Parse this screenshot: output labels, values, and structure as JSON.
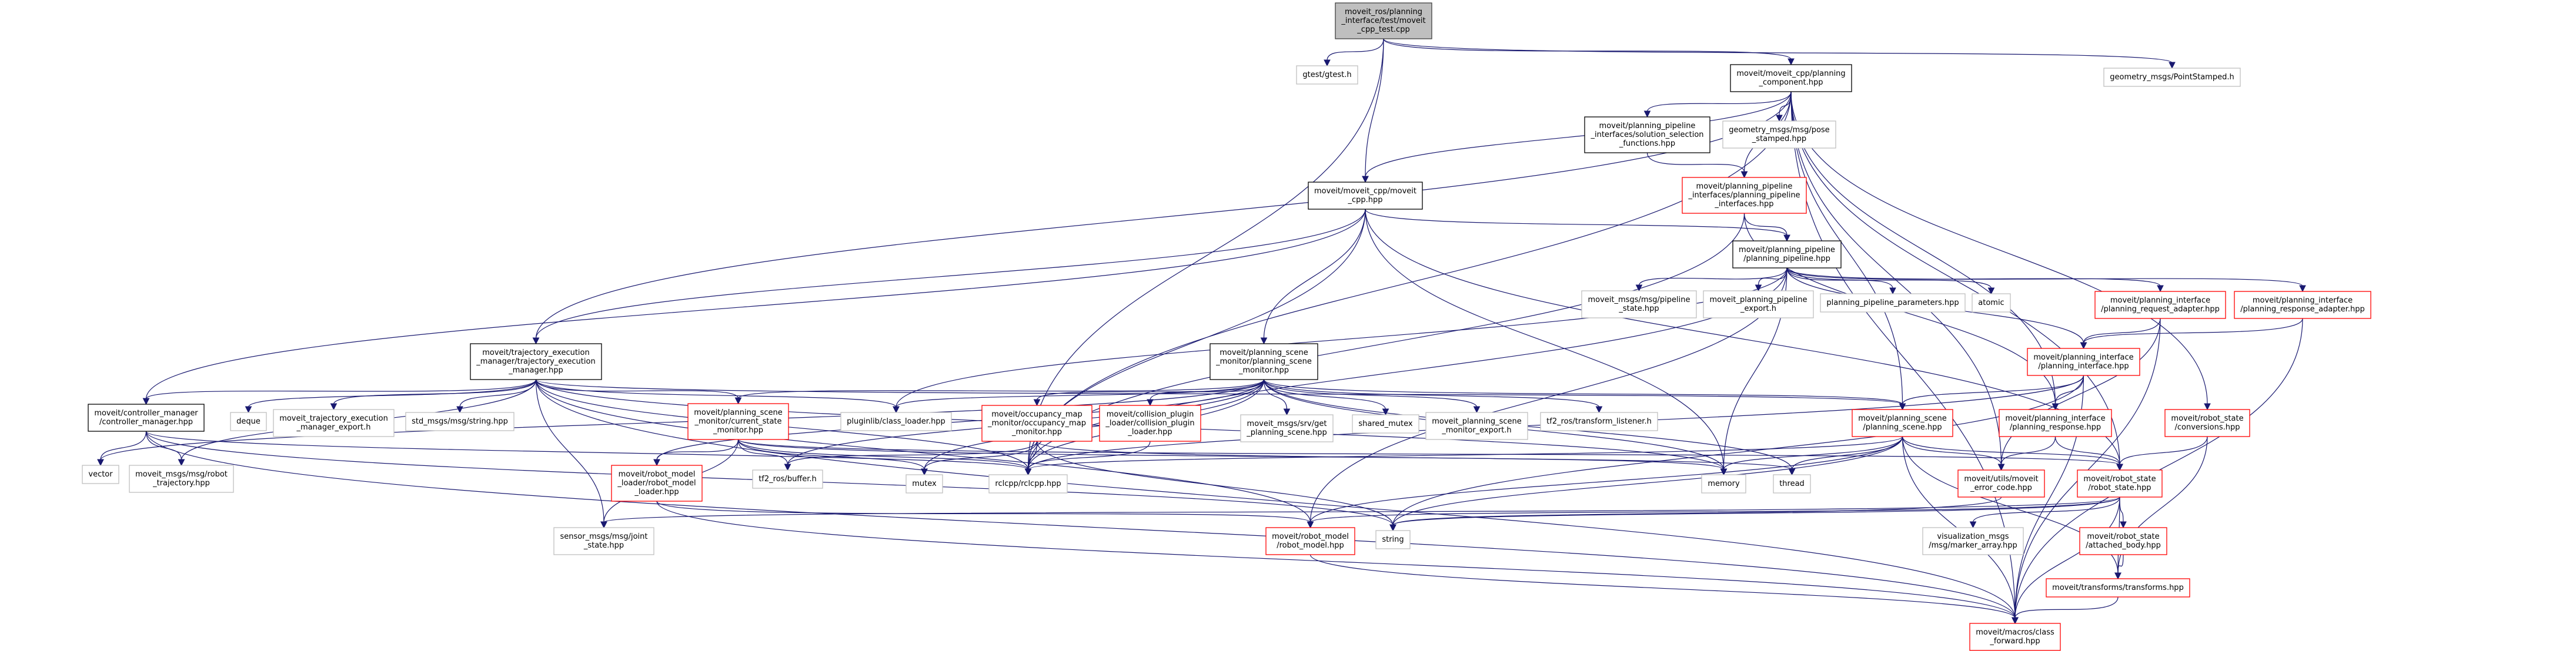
{
  "graph": {
    "title": "moveit_ros/planning_interface/test/moveit_cpp_test.cpp include dependency graph",
    "colors": {
      "edge": "#191970",
      "root_fill": "#bfbfbf",
      "root_border": "#404040",
      "documented_border": "#000000",
      "truncated_border": "#ff0000",
      "external_border": "#bfbfbf",
      "node_fill": "#ffffff"
    },
    "nodes": [
      {
        "id": "root",
        "kind": "root",
        "lines": [
          "moveit_ros/planning",
          "_interface/test/moveit",
          "_cpp_test.cpp"
        ]
      },
      {
        "id": "gtest",
        "kind": "external",
        "lines": [
          "gtest/gtest.h"
        ]
      },
      {
        "id": "pc",
        "kind": "documented",
        "lines": [
          "moveit/moveit_cpp/planning",
          "_component.hpp"
        ]
      },
      {
        "id": "gps",
        "kind": "external",
        "lines": [
          "geometry_msgs/PointStamped.h"
        ]
      },
      {
        "id": "ssf",
        "kind": "documented",
        "lines": [
          "moveit/planning_pipeline",
          "_interfaces/solution_selection",
          "_functions.hpp"
        ]
      },
      {
        "id": "pose",
        "kind": "external",
        "lines": [
          "geometry_msgs/msg/pose",
          "_stamped.hpp"
        ]
      },
      {
        "id": "ppi",
        "kind": "truncated",
        "lines": [
          "moveit/planning_pipeline",
          "_interfaces/planning_pipeline",
          "_interfaces.hpp"
        ]
      },
      {
        "id": "mcpp",
        "kind": "documented",
        "lines": [
          "moveit/moveit_cpp/moveit",
          "_cpp.hpp"
        ]
      },
      {
        "id": "pp",
        "kind": "documented",
        "lines": [
          "moveit/planning_pipeline",
          "/planning_pipeline.hpp"
        ]
      },
      {
        "id": "pls",
        "kind": "external",
        "lines": [
          "moveit_msgs/msg/pipeline",
          "_state.hpp"
        ]
      },
      {
        "id": "ppe",
        "kind": "external",
        "lines": [
          "moveit_planning_pipeline",
          "_export.h"
        ]
      },
      {
        "id": "ppp",
        "kind": "external",
        "lines": [
          "planning_pipeline_parameters.hpp"
        ]
      },
      {
        "id": "atomic",
        "kind": "external",
        "lines": [
          "atomic"
        ]
      },
      {
        "id": "pra",
        "kind": "truncated",
        "lines": [
          "moveit/planning_interface",
          "/planning_request_adapter.hpp"
        ]
      },
      {
        "id": "prsa",
        "kind": "truncated",
        "lines": [
          "moveit/planning_interface",
          "/planning_response_adapter.hpp"
        ]
      },
      {
        "id": "tem",
        "kind": "documented",
        "lines": [
          "moveit/trajectory_execution",
          "_manager/trajectory_execution",
          "_manager.hpp"
        ]
      },
      {
        "id": "psm",
        "kind": "documented",
        "lines": [
          "moveit/planning_scene",
          "_monitor/planning_scene",
          "_monitor.hpp"
        ]
      },
      {
        "id": "pi",
        "kind": "truncated",
        "lines": [
          "moveit/planning_interface",
          "/planning_interface.hpp"
        ]
      },
      {
        "id": "cm",
        "kind": "documented",
        "lines": [
          "moveit/controller_manager",
          "/controller_manager.hpp"
        ]
      },
      {
        "id": "deque",
        "kind": "external",
        "lines": [
          "deque"
        ]
      },
      {
        "id": "teme",
        "kind": "external",
        "lines": [
          "moveit_trajectory_execution",
          "_manager_export.h"
        ]
      },
      {
        "id": "stds",
        "kind": "external",
        "lines": [
          "std_msgs/msg/string.hpp"
        ]
      },
      {
        "id": "csm",
        "kind": "truncated",
        "lines": [
          "moveit/planning_scene",
          "_monitor/current_state",
          "_monitor.hpp"
        ]
      },
      {
        "id": "plcl",
        "kind": "external",
        "lines": [
          "pluginlib/class_loader.hpp"
        ]
      },
      {
        "id": "omm",
        "kind": "truncated",
        "lines": [
          "moveit/occupancy_map",
          "_monitor/occupancy_map",
          "_monitor.hpp"
        ]
      },
      {
        "id": "cpl",
        "kind": "truncated",
        "lines": [
          "moveit/collision_plugin",
          "_loader/collision_plugin",
          "_loader.hpp"
        ]
      },
      {
        "id": "gps2",
        "kind": "external",
        "lines": [
          "moveit_msgs/srv/get",
          "_planning_scene.hpp"
        ]
      },
      {
        "id": "smtx",
        "kind": "external",
        "lines": [
          "shared_mutex"
        ]
      },
      {
        "id": "psme",
        "kind": "external",
        "lines": [
          "moveit_planning_scene",
          "_monitor_export.h"
        ]
      },
      {
        "id": "tfl",
        "kind": "external",
        "lines": [
          "tf2_ros/transform_listener.h"
        ]
      },
      {
        "id": "ps",
        "kind": "truncated",
        "lines": [
          "moveit/planning_scene",
          "/planning_scene.hpp"
        ]
      },
      {
        "id": "presp",
        "kind": "truncated",
        "lines": [
          "moveit/planning_interface",
          "/planning_response.hpp"
        ]
      },
      {
        "id": "conv",
        "kind": "truncated",
        "lines": [
          "moveit/robot_state",
          "/conversions.hpp"
        ]
      },
      {
        "id": "vector",
        "kind": "external",
        "lines": [
          "vector"
        ]
      },
      {
        "id": "mrt",
        "kind": "external",
        "lines": [
          "moveit_msgs/msg/robot",
          "_trajectory.hpp"
        ]
      },
      {
        "id": "rml",
        "kind": "truncated",
        "lines": [
          "moveit/robot_model",
          "_loader/robot_model",
          "_loader.hpp"
        ]
      },
      {
        "id": "tfb",
        "kind": "external",
        "lines": [
          "tf2_ros/buffer.h"
        ]
      },
      {
        "id": "mutex",
        "kind": "external",
        "lines": [
          "mutex"
        ]
      },
      {
        "id": "rclcpp",
        "kind": "external",
        "lines": [
          "rclcpp/rclcpp.hpp"
        ]
      },
      {
        "id": "memory",
        "kind": "external",
        "lines": [
          "memory"
        ]
      },
      {
        "id": "thread",
        "kind": "external",
        "lines": [
          "thread"
        ]
      },
      {
        "id": "mec",
        "kind": "truncated",
        "lines": [
          "moveit/utils/moveit",
          "_error_code.hpp"
        ]
      },
      {
        "id": "rs",
        "kind": "truncated",
        "lines": [
          "moveit/robot_state",
          "/robot_state.hpp"
        ]
      },
      {
        "id": "js",
        "kind": "external",
        "lines": [
          "sensor_msgs/msg/joint",
          "_state.hpp"
        ]
      },
      {
        "id": "rm",
        "kind": "truncated",
        "lines": [
          "moveit/robot_model",
          "/robot_model.hpp"
        ]
      },
      {
        "id": "string",
        "kind": "external",
        "lines": [
          "string"
        ]
      },
      {
        "id": "vma",
        "kind": "external",
        "lines": [
          "visualization_msgs",
          "/msg/marker_array.hpp"
        ]
      },
      {
        "id": "ab",
        "kind": "truncated",
        "lines": [
          "moveit/robot_state",
          "/attached_body.hpp"
        ]
      },
      {
        "id": "tf",
        "kind": "truncated",
        "lines": [
          "moveit/transforms/transforms.hpp"
        ]
      },
      {
        "id": "cf",
        "kind": "truncated",
        "lines": [
          "moveit/macros/class",
          "_forward.hpp"
        ]
      }
    ],
    "edges": [
      [
        "root",
        "gtest"
      ],
      [
        "root",
        "pc"
      ],
      [
        "root",
        "gps"
      ],
      [
        "root",
        "mcpp"
      ],
      [
        "root",
        "rclcpp"
      ],
      [
        "pc",
        "ssf"
      ],
      [
        "pc",
        "pose"
      ],
      [
        "pc",
        "ppi"
      ],
      [
        "pc",
        "mcpp"
      ],
      [
        "pc",
        "tem"
      ],
      [
        "pc",
        "ps"
      ],
      [
        "pc",
        "presp"
      ],
      [
        "pc",
        "rs"
      ],
      [
        "pc",
        "conv"
      ],
      [
        "pc",
        "mec"
      ],
      [
        "pc",
        "cf"
      ],
      [
        "pc",
        "rclcpp"
      ],
      [
        "ssf",
        "ppi"
      ],
      [
        "ppi",
        "pp"
      ],
      [
        "ppi",
        "presp"
      ],
      [
        "ppi",
        "rclcpp"
      ],
      [
        "mcpp",
        "pp"
      ],
      [
        "mcpp",
        "tem"
      ],
      [
        "mcpp",
        "psm"
      ],
      [
        "mcpp",
        "cm"
      ],
      [
        "mcpp",
        "rs"
      ],
      [
        "mcpp",
        "rclcpp"
      ],
      [
        "mcpp",
        "memory"
      ],
      [
        "pp",
        "pls"
      ],
      [
        "pp",
        "ppe"
      ],
      [
        "pp",
        "ppp"
      ],
      [
        "pp",
        "atomic"
      ],
      [
        "pp",
        "pra"
      ],
      [
        "pp",
        "prsa"
      ],
      [
        "pp",
        "pi"
      ],
      [
        "pp",
        "rclcpp"
      ],
      [
        "pp",
        "memory"
      ],
      [
        "pp",
        "plcl"
      ],
      [
        "pp",
        "rm"
      ],
      [
        "pra",
        "pi"
      ],
      [
        "pra",
        "mec"
      ],
      [
        "pra",
        "cf"
      ],
      [
        "prsa",
        "pi"
      ],
      [
        "prsa",
        "cf"
      ],
      [
        "pi",
        "ps"
      ],
      [
        "pi",
        "presp"
      ],
      [
        "pi",
        "cf"
      ],
      [
        "pi",
        "string"
      ],
      [
        "pi",
        "rclcpp"
      ],
      [
        "tem",
        "cm"
      ],
      [
        "tem",
        "deque"
      ],
      [
        "tem",
        "teme"
      ],
      [
        "tem",
        "stds"
      ],
      [
        "tem",
        "csm"
      ],
      [
        "tem",
        "plcl"
      ],
      [
        "tem",
        "mrt"
      ],
      [
        "tem",
        "rm"
      ],
      [
        "tem",
        "rclcpp"
      ],
      [
        "tem",
        "memory"
      ],
      [
        "tem",
        "js"
      ],
      [
        "tem",
        "cf"
      ],
      [
        "tem",
        "ps"
      ],
      [
        "psm",
        "csm"
      ],
      [
        "psm",
        "plcl"
      ],
      [
        "psm",
        "omm"
      ],
      [
        "psm",
        "cpl"
      ],
      [
        "psm",
        "gps2"
      ],
      [
        "psm",
        "smtx"
      ],
      [
        "psm",
        "psme"
      ],
      [
        "psm",
        "tfl"
      ],
      [
        "psm",
        "ps"
      ],
      [
        "psm",
        "rml"
      ],
      [
        "psm",
        "tfb"
      ],
      [
        "psm",
        "mutex"
      ],
      [
        "psm",
        "rclcpp"
      ],
      [
        "psm",
        "memory"
      ],
      [
        "psm",
        "thread"
      ],
      [
        "psm",
        "vector"
      ],
      [
        "cm",
        "vector"
      ],
      [
        "cm",
        "mrt"
      ],
      [
        "cm",
        "rclcpp"
      ],
      [
        "cm",
        "cf"
      ],
      [
        "cm",
        "string"
      ],
      [
        "csm",
        "rml"
      ],
      [
        "csm",
        "tfb"
      ],
      [
        "csm",
        "rclcpp"
      ],
      [
        "csm",
        "mutex"
      ],
      [
        "csm",
        "js"
      ],
      [
        "csm",
        "rs"
      ],
      [
        "csm",
        "thread"
      ],
      [
        "omm",
        "tfb"
      ],
      [
        "omm",
        "mutex"
      ],
      [
        "omm",
        "rclcpp"
      ],
      [
        "omm",
        "string"
      ],
      [
        "omm",
        "memory"
      ],
      [
        "cpl",
        "rclcpp"
      ],
      [
        "ps",
        "rs"
      ],
      [
        "ps",
        "memory"
      ],
      [
        "ps",
        "thread"
      ],
      [
        "ps",
        "mec"
      ],
      [
        "ps",
        "rclcpp"
      ],
      [
        "ps",
        "tf"
      ],
      [
        "ps",
        "cf"
      ],
      [
        "ps",
        "string"
      ],
      [
        "ps",
        "rm"
      ],
      [
        "presp",
        "mec"
      ],
      [
        "presp",
        "rs"
      ],
      [
        "conv",
        "rs"
      ],
      [
        "conv",
        "tf"
      ],
      [
        "rml",
        "rm"
      ],
      [
        "rml",
        "cf"
      ],
      [
        "rs",
        "vma"
      ],
      [
        "rs",
        "ab"
      ],
      [
        "rs",
        "tf"
      ],
      [
        "rs",
        "rm"
      ],
      [
        "rs",
        "string"
      ],
      [
        "rs",
        "js"
      ],
      [
        "rs",
        "cf"
      ],
      [
        "ab",
        "tf"
      ],
      [
        "tf",
        "cf"
      ],
      [
        "rm",
        "cf"
      ],
      [
        "mec",
        "string"
      ]
    ]
  }
}
